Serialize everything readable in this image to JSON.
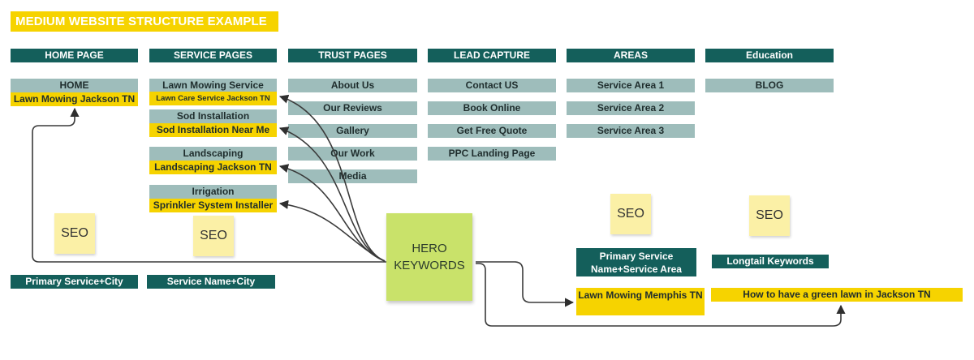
{
  "title": "MEDIUM WEBSITE STRUCTURE EXAMPLE",
  "columns": {
    "home": {
      "header": "HOME PAGE",
      "page": "HOME",
      "keyword": "Lawn Mowing Jackson TN",
      "footer": "Primary Service+City"
    },
    "service": {
      "header": "SERVICE PAGES",
      "items": [
        {
          "page": "Lawn Mowing Service",
          "keyword": "Lawn Care Service Jackson TN"
        },
        {
          "page": "Sod Installation",
          "keyword": "Sod Installation Near Me"
        },
        {
          "page": "Landscaping",
          "keyword": "Landscaping Jackson TN"
        },
        {
          "page": "Irrigation",
          "keyword": "Sprinkler System Installer"
        }
      ],
      "footer": "Service Name+City"
    },
    "trust": {
      "header": "TRUST PAGES",
      "items": [
        "About Us",
        "Our Reviews",
        "Gallery",
        "Our Work",
        "Media"
      ]
    },
    "lead": {
      "header": "LEAD CAPTURE",
      "items": [
        "Contact US",
        "Book Online",
        "Get Free Quote",
        "PPC Landing Page"
      ]
    },
    "areas": {
      "header": "AREAS",
      "items": [
        "Service Area 1",
        "Service Area 2",
        "Service Area 3"
      ],
      "label": "Primary Service Name+Service Area",
      "keyword": "Lawn Mowing Memphis TN"
    },
    "education": {
      "header": "Education",
      "items": [
        "BLOG"
      ],
      "label": "Longtail Keywords",
      "keyword": "How to have a green lawn in Jackson TN"
    }
  },
  "stickies": {
    "seo": "SEO",
    "hero": "HERO\nKEYWORDS"
  },
  "colors": {
    "header": "#145f5b",
    "page": "#9ebdbb",
    "keyword": "#f6d300",
    "sticky_seo": "#fbf0a6",
    "sticky_hero": "#c9e26a"
  }
}
